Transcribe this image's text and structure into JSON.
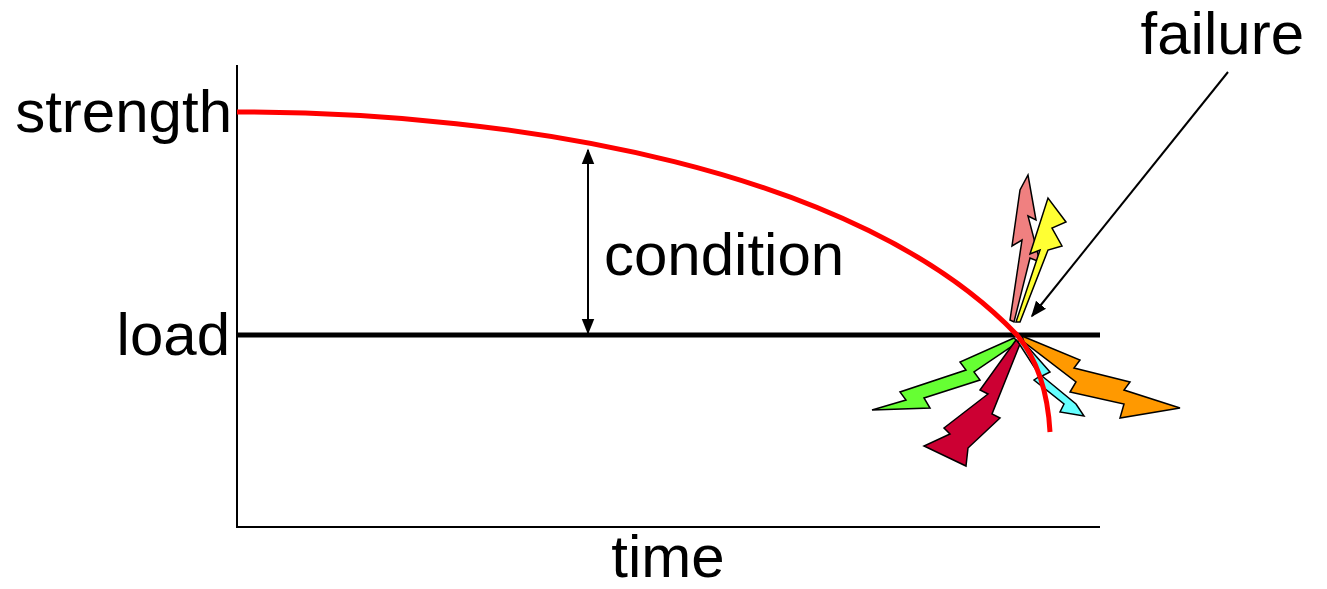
{
  "diagram": {
    "labels": [
      "strength",
      "load",
      "condition",
      "failure",
      "time"
    ]
  }
}
